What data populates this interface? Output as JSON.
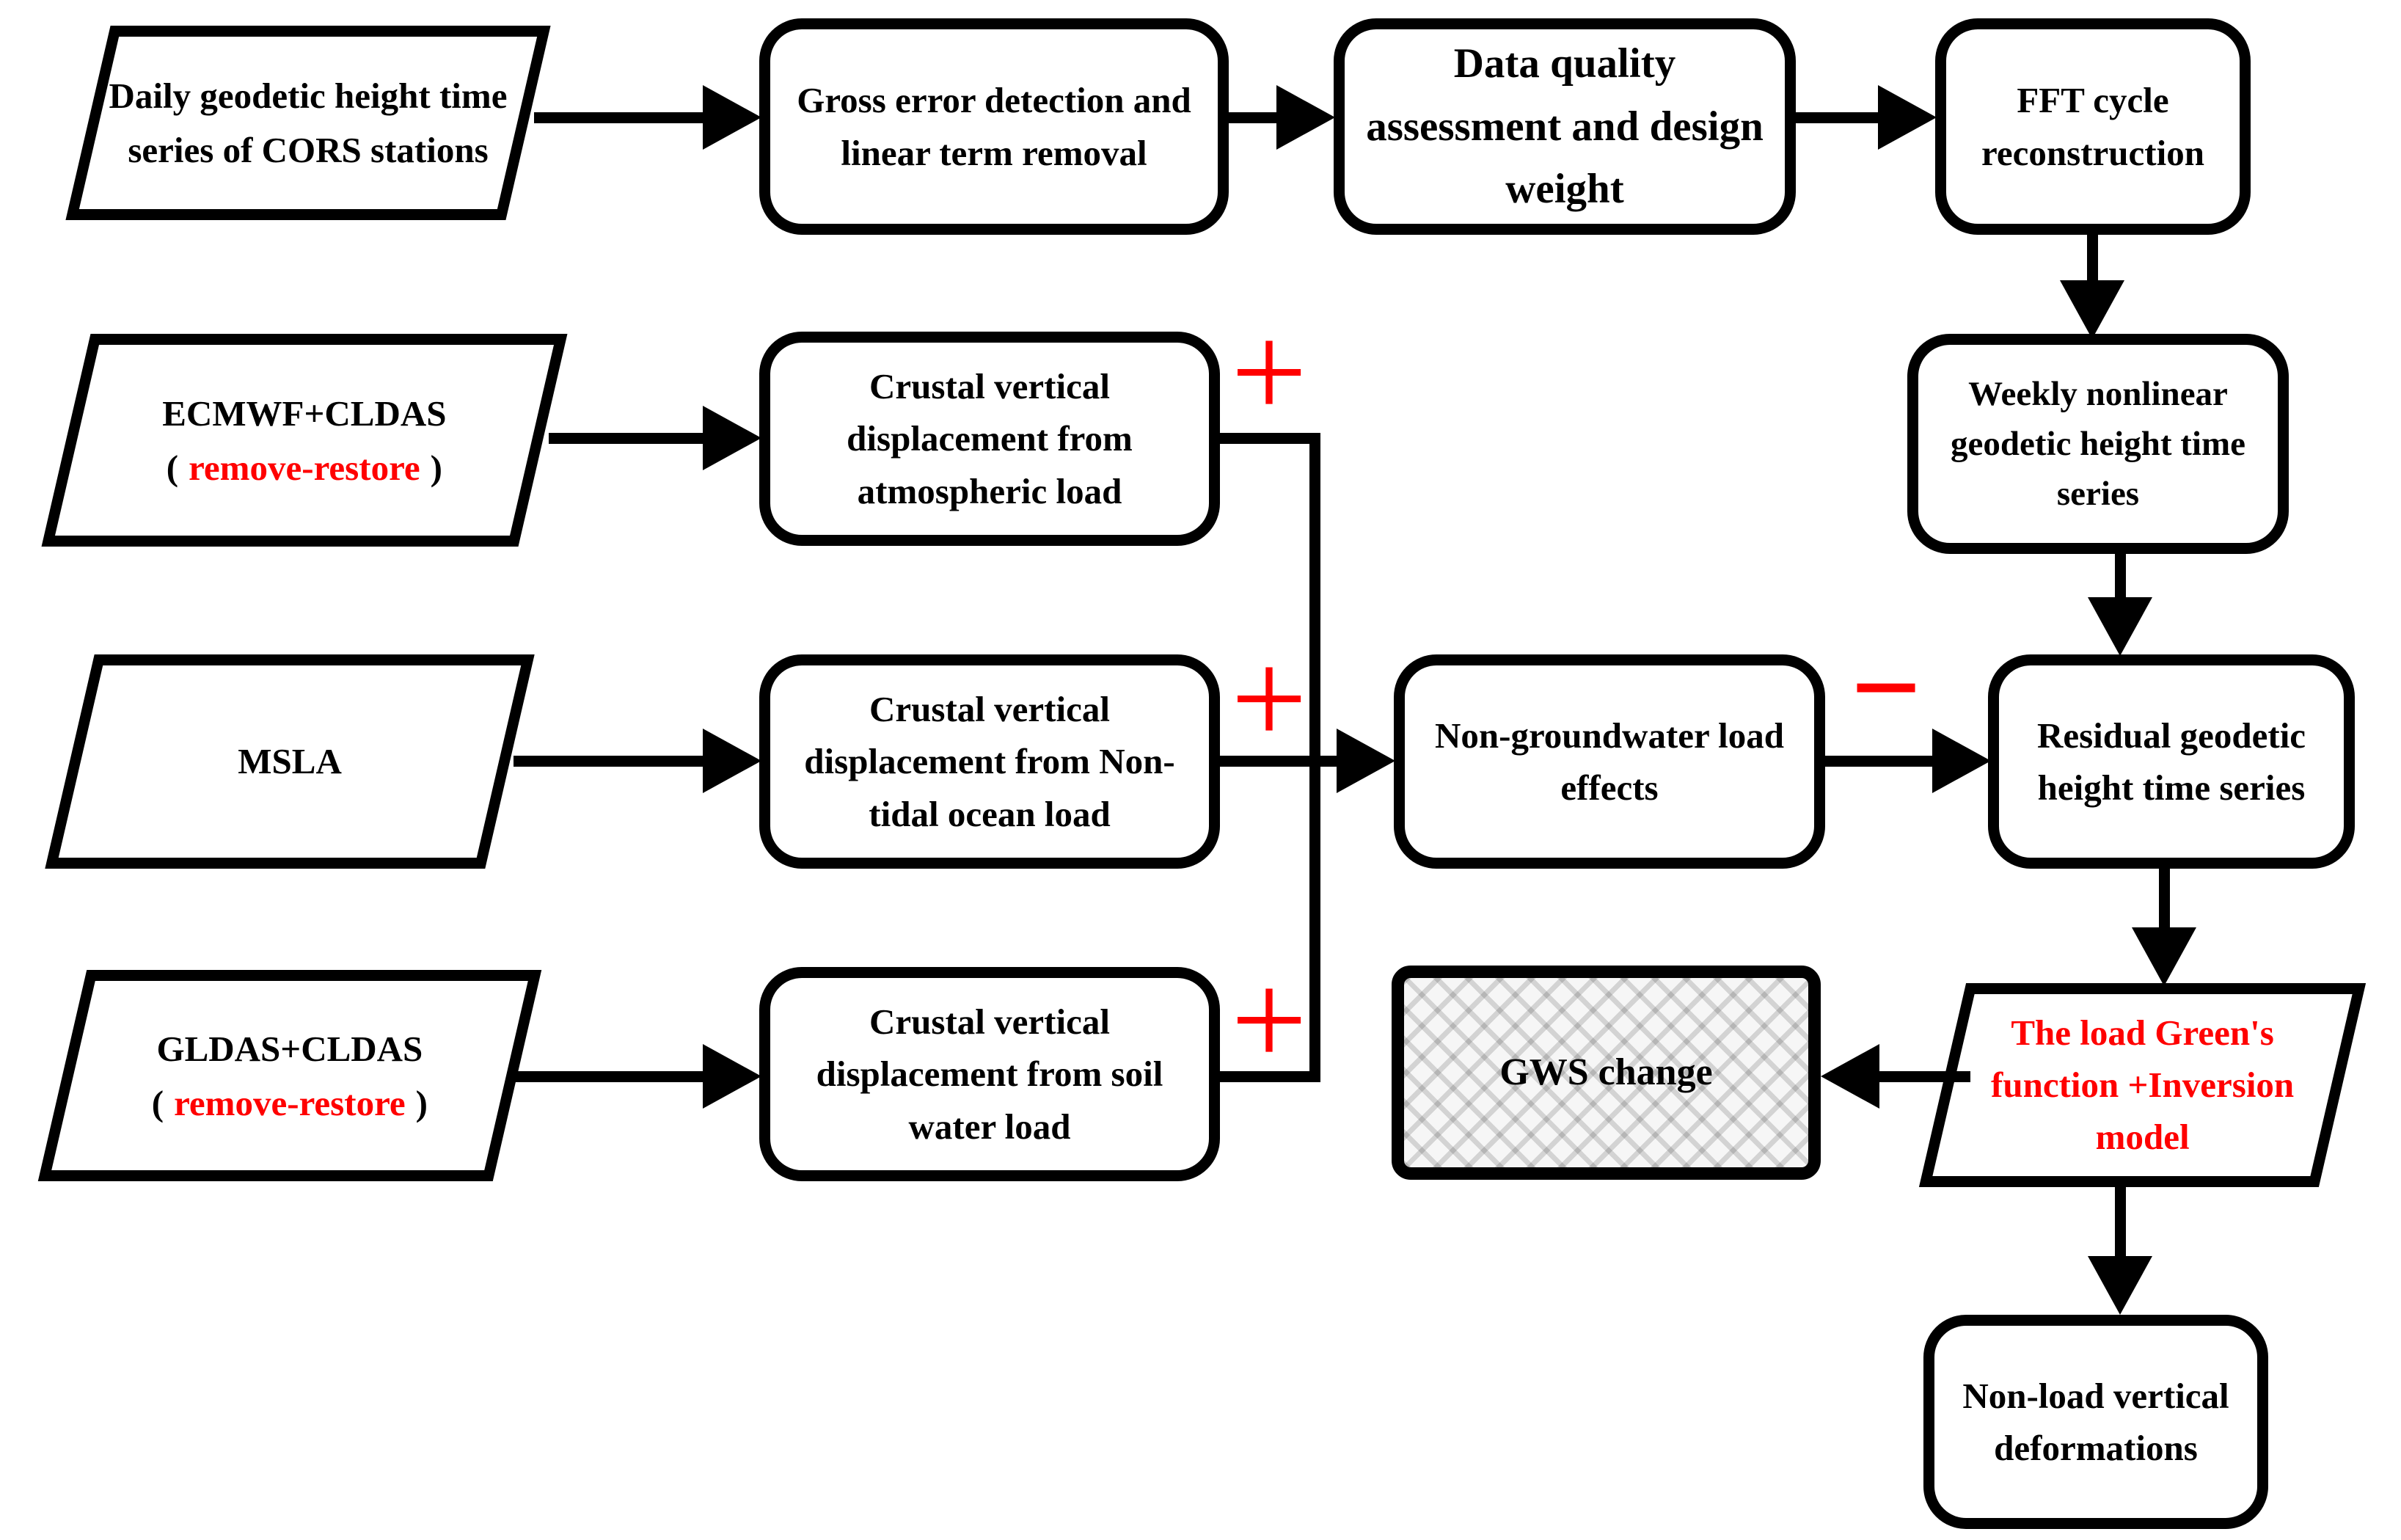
{
  "diagram": {
    "colors": {
      "accent_red": "#ff0000",
      "line_black": "#000000",
      "hatch_gray": "#d9d9d9"
    },
    "nodes": {
      "cors": {
        "shape": "parallelogram",
        "label": "Daily geodetic height time series of CORS stations"
      },
      "gross": {
        "shape": "process",
        "label": "Gross error detection and linear term removal"
      },
      "quality": {
        "shape": "process",
        "label": "Data quality assessment and design weight"
      },
      "fft": {
        "shape": "process",
        "label": "FFT cycle reconstruction"
      },
      "weekly": {
        "shape": "process",
        "label": "Weekly nonlinear geodetic height time series"
      },
      "ecmwf": {
        "shape": "parallelogram",
        "line1": "ECMWF+CLDAS",
        "open": "(",
        "red": "remove-restore",
        "close": ")"
      },
      "atmo": {
        "shape": "process",
        "label": "Crustal vertical displacement from atmospheric load"
      },
      "msla": {
        "shape": "parallelogram",
        "label": "MSLA"
      },
      "nontidal": {
        "shape": "process",
        "label": "Crustal vertical displacement from Non-tidal ocean load"
      },
      "nongw": {
        "shape": "process",
        "label": "Non-groundwater load effects"
      },
      "residual": {
        "shape": "process",
        "label": "Residual geodetic height time series"
      },
      "gldas": {
        "shape": "parallelogram",
        "line1": "GLDAS+CLDAS",
        "open": "(",
        "red": "remove-restore",
        "close": ")"
      },
      "soil": {
        "shape": "process",
        "label": "Crustal vertical displacement from soil water load"
      },
      "gws": {
        "shape": "hatched",
        "label": "GWS change"
      },
      "green": {
        "shape": "parallelogram",
        "label": "The load Green's function +Inversion model"
      },
      "nonload": {
        "shape": "process",
        "label": "Non-load vertical deformations"
      }
    },
    "operators": {
      "plus": "+",
      "minus": "−"
    }
  }
}
